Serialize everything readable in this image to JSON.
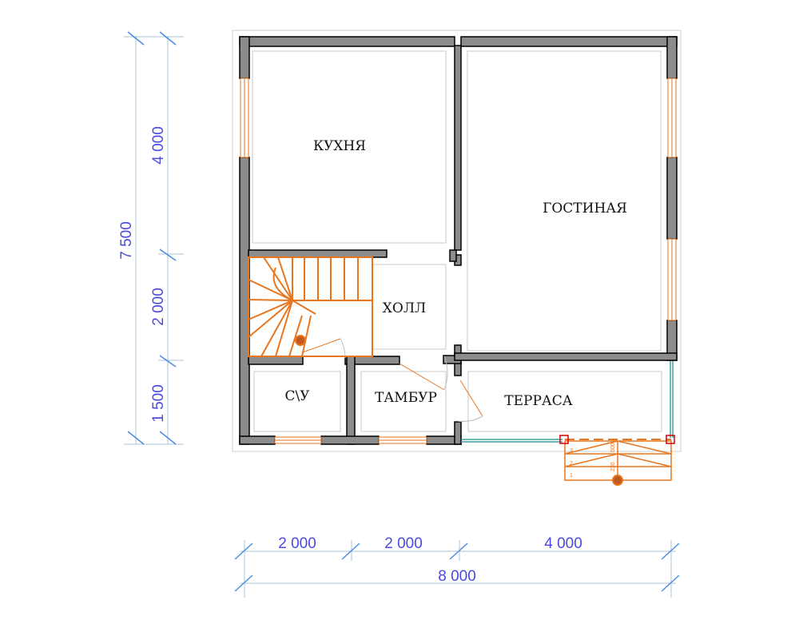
{
  "rooms": {
    "kitchen": "КУХНЯ",
    "living": "ГОСТИНАЯ",
    "hall": "ХОЛЛ",
    "bathroom": "С\\У",
    "vestibule": "ТАМБУР",
    "terrace": "ТЕРРАСА"
  },
  "dimensions": {
    "vertical_total": "7 500",
    "vertical_parts": [
      "4 000",
      "2 000",
      "1 500"
    ],
    "horizontal_parts": [
      "2 000",
      "2 000",
      "4 000"
    ],
    "horizontal_total": "8 000"
  },
  "porch_steps": {
    "step_numbers": [
      "3",
      "2",
      "1"
    ],
    "marks": [
      "600",
      "230"
    ]
  },
  "colors": {
    "wall": "#8c8c8c",
    "wall_outline": "#000000",
    "stair": "#e8761f",
    "dimension": "#4a4ae0",
    "glass": "#3ca0a0"
  }
}
